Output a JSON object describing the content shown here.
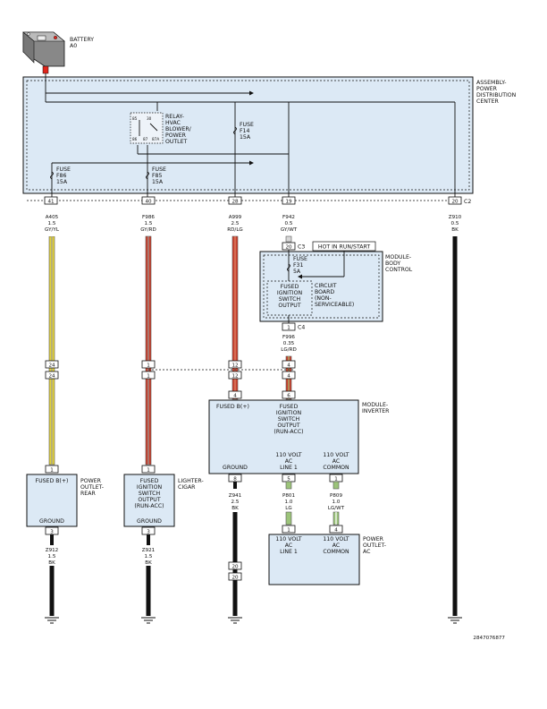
{
  "battery": {
    "title": "BATTERY",
    "id": "A0"
  },
  "pdc": {
    "l1": "ASSEMBLY-",
    "l2": "POWER",
    "l3": "DISTRIBUTION",
    "l4": "CENTER",
    "connector": "C2"
  },
  "relay": {
    "l1": "RELAY-",
    "l2": "HVAC",
    "l3": "BLOWER/",
    "l4": "POWER",
    "l5": "OUTLET",
    "p85": "85",
    "p30": "30",
    "p86": "86",
    "p87": "87",
    "p87a": "87A"
  },
  "fuses": {
    "f14": {
      "l1": "FUSE",
      "l2": "F14",
      "l3": "15A"
    },
    "f86": {
      "l1": "FUSE",
      "l2": "F86",
      "l3": "15A"
    },
    "f85": {
      "l1": "FUSE",
      "l2": "F85",
      "l3": "15A"
    },
    "f31": {
      "l1": "FUSE",
      "l2": "F31",
      "l3": "5A"
    }
  },
  "pins": {
    "p41": "41",
    "p40": "40",
    "p28": "28",
    "p19": "19",
    "p20": "20",
    "c3": "20",
    "c4": "1",
    "s24a": "24",
    "s24b": "24",
    "s1a": "1",
    "s1b": "1",
    "s12a": "12",
    "s12b": "12",
    "s4a": "4",
    "s4b": "4",
    "inv4": "4",
    "inv6": "6",
    "inv8": "8",
    "inv5": "5",
    "inv1": "1",
    "g20a": "20",
    "g20b": "20",
    "ac1": "1",
    "ac4": "4",
    "rear1": "1",
    "rear3": "3",
    "cig1": "1",
    "cig3": "3"
  },
  "wires": {
    "a405": {
      "circuit": "A405",
      "gauge": "1.5",
      "color": "GY/YL"
    },
    "f986": {
      "circuit": "F986",
      "gauge": "1.5",
      "color": "GY/RD"
    },
    "a999": {
      "circuit": "A999",
      "gauge": "2.5",
      "color": "RD/LG"
    },
    "f942": {
      "circuit": "F942",
      "gauge": "0.5",
      "color": "GY/WT"
    },
    "z910": {
      "circuit": "Z910",
      "gauge": "0.5",
      "color": "BK"
    },
    "f996": {
      "circuit": "F996",
      "gauge": "0.35",
      "color": "LG/RD"
    },
    "z941": {
      "circuit": "Z941",
      "gauge": "2.5",
      "color": "BK"
    },
    "p801": {
      "circuit": "P801",
      "gauge": "1.0",
      "color": "LG"
    },
    "p809": {
      "circuit": "P809",
      "gauge": "1.0",
      "color": "LG/WT"
    },
    "z912": {
      "circuit": "Z912",
      "gauge": "1.5",
      "color": "BK"
    },
    "z921": {
      "circuit": "Z921",
      "gauge": "1.5",
      "color": "BK"
    }
  },
  "connectors": {
    "c3": "C3",
    "c4": "C4"
  },
  "bcm": {
    "hot": "HOT IN RUN/START",
    "l1": "MODULE-",
    "l2": "BODY",
    "l3": "CONTROL",
    "fused1": "FUSED",
    "fused2": "IGNITION",
    "fused3": "SWITCH",
    "fused4": "OUTPUT",
    "cb1": "CIRCUIT",
    "cb2": "BOARD",
    "cb3": "(NON-",
    "cb4": "SERVICEABLE)"
  },
  "inverter": {
    "l1": "MODULE-",
    "l2": "INVERTER",
    "fusedb": "FUSED B(+)",
    "ign1": "FUSED",
    "ign2": "IGNITION",
    "ign3": "SWITCH",
    "ign4": "OUTPUT",
    "ign5": "(RUN-ACC)",
    "ground": "GROUND",
    "line_a": "110 VOLT",
    "line_b": "AC",
    "line_c": "LINE 1",
    "com_a": "110 VOLT",
    "com_b": "AC",
    "com_c": "COMMON"
  },
  "rear_outlet": {
    "l1": "POWER",
    "l2": "OUTLET-",
    "l3": "REAR",
    "fusedb": "FUSED B(+)",
    "ground": "GROUND"
  },
  "lighter": {
    "l1": "LIGHTER-",
    "l2": "CIGAR",
    "i1": "FUSED",
    "i2": "IGNITION",
    "i3": "SWITCH",
    "i4": "OUTPUT",
    "i5": "(RUN-ACC)",
    "ground": "GROUND"
  },
  "ac_outlet": {
    "l1": "POWER",
    "l2": "OUTLET-",
    "l3": "AC",
    "line_a": "110 VOLT",
    "line_b": "AC",
    "line_c": "LINE 1",
    "com_a": "110 VOLT",
    "com_b": "AC",
    "com_c": "COMMON"
  },
  "diagram_number": "2847076877",
  "colors": {
    "module": "#dce9f5",
    "battery_post": "#e1251b",
    "yellow": "#e3d23a",
    "red": "#c8412e",
    "green": "#9cc47a",
    "black": "#111111",
    "gray": "#9a9a9a"
  }
}
